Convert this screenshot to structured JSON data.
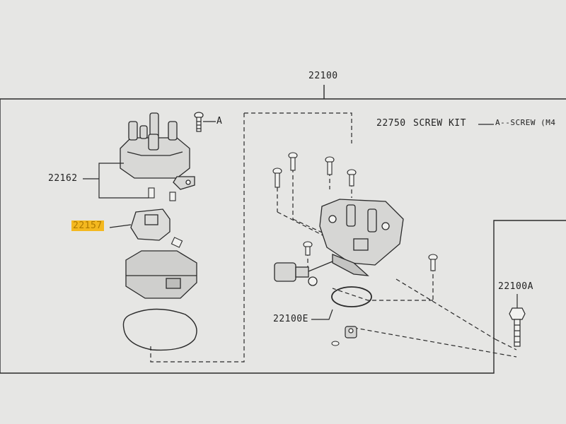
{
  "labels": {
    "main_assembly": "22100",
    "screw_kit_code": "22750",
    "screw_kit_text": "SCREW KIT",
    "screw_kit_detail": "A--SCREW (M4",
    "callout_a_screw": "A",
    "distributor_cap": "22162",
    "rotor_head": "22157",
    "housing_sub": "22100E",
    "bolt_sub": "22100A"
  },
  "colors": {
    "highlight": "#f4b81f",
    "line": "#2a2a2a",
    "paper": "#e6e6e4"
  }
}
